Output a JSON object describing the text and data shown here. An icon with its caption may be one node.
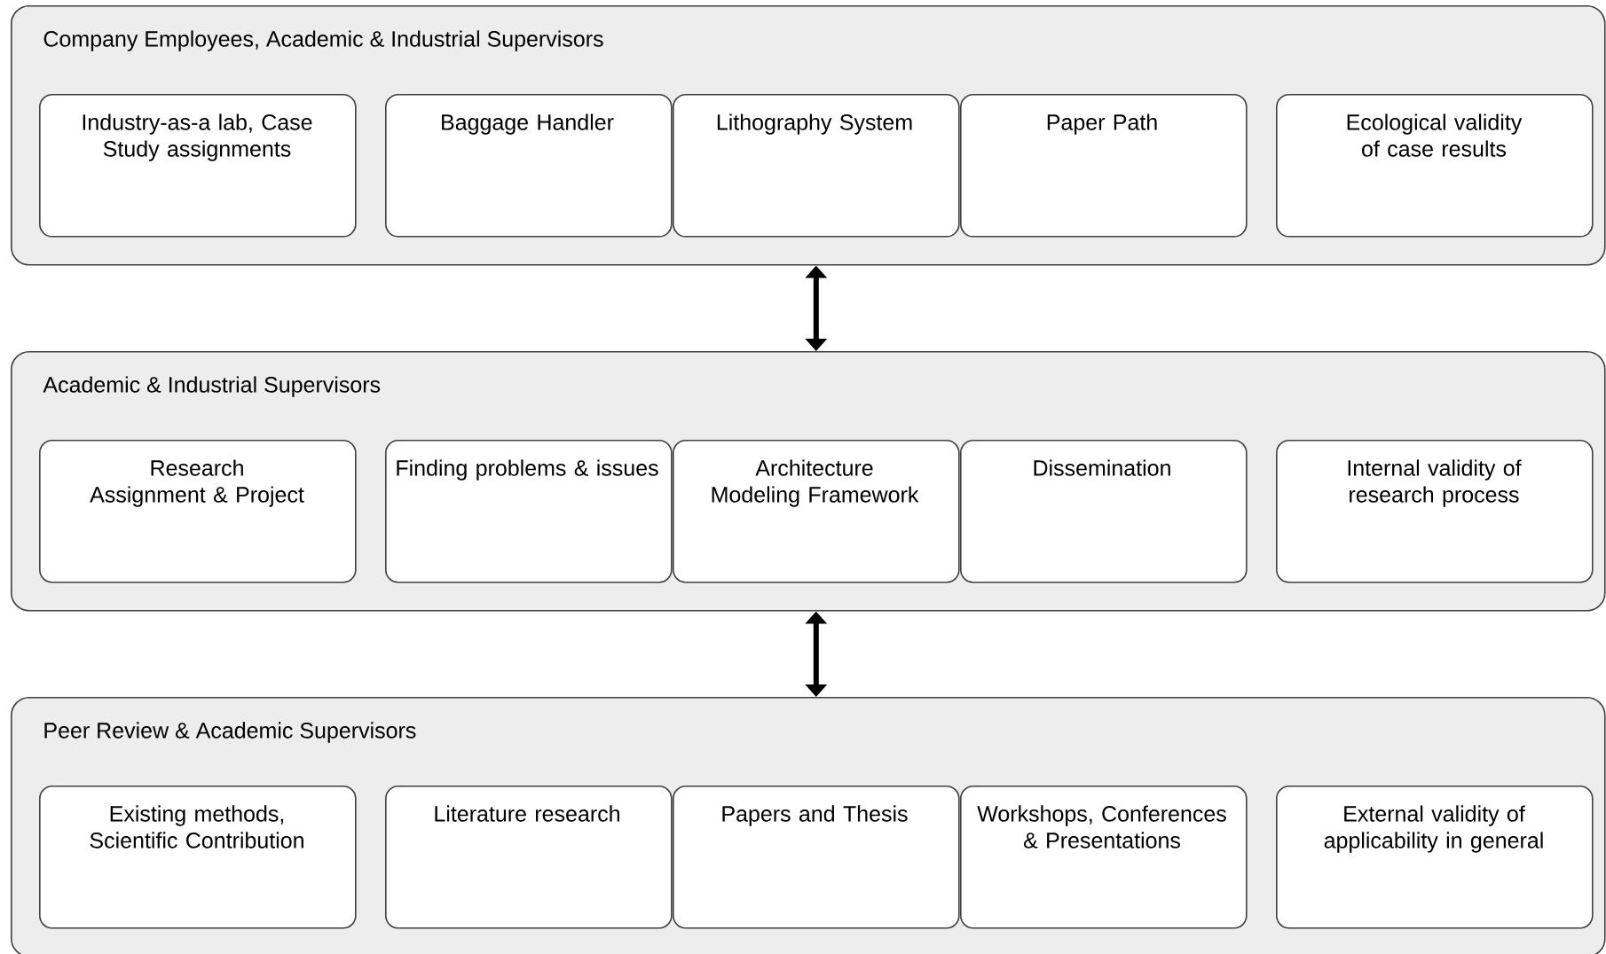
{
  "diagram": {
    "nodes": [
      {
        "text": [
          "Company Employees, Academic & Industrial Supervisors"
        ]
      },
      {
        "text": [
          "Industry-as-a lab, Case Study assignments"
        ],
        "in": 0
      },
      {
        "text": [
          "Baggage Handler"
        ],
        "in": 0
      },
      {
        "text": [
          "Lithography System"
        ],
        "in": 0
      },
      {
        "text": [
          "Paper Path"
        ],
        "in": 0
      },
      {
        "text": [
          "Ecological validity of case results"
        ],
        "in": 0
      },
      {
        "text": [
          "Academic & Industrial Supervisors"
        ]
      },
      {
        "text": [
          "Research Assignment & Project"
        ],
        "in": 6
      },
      {
        "text": [
          "Finding problems & issues"
        ],
        "in": 6
      },
      {
        "text": [
          "Architecture Modeling Framework"
        ],
        "in": 6
      },
      {
        "text": [
          "Dissemination"
        ],
        "in": 6
      },
      {
        "text": [
          "Internal validity of research process"
        ],
        "in": 6
      },
      {
        "text": [
          "Peer Review & Academic Supervisors"
        ]
      },
      {
        "text": [
          "Existing methods, Scientific Contribution"
        ],
        "in": 12
      },
      {
        "text": [
          "Literature research"
        ],
        "in": 12
      },
      {
        "text": [
          "Papers and Thesis"
        ],
        "in": 12
      },
      {
        "text": [
          "Workshops, Conferences & Presentations"
        ],
        "in": 12
      },
      {
        "text": [
          "External validity of applicability in general"
        ],
        "in": 12
      }
    ],
    "edges": [
      {
        "from": 0,
        "to": 6,
        "arrow": "both"
      },
      {
        "from": 6,
        "to": 12,
        "arrow": "both"
      }
    ]
  }
}
